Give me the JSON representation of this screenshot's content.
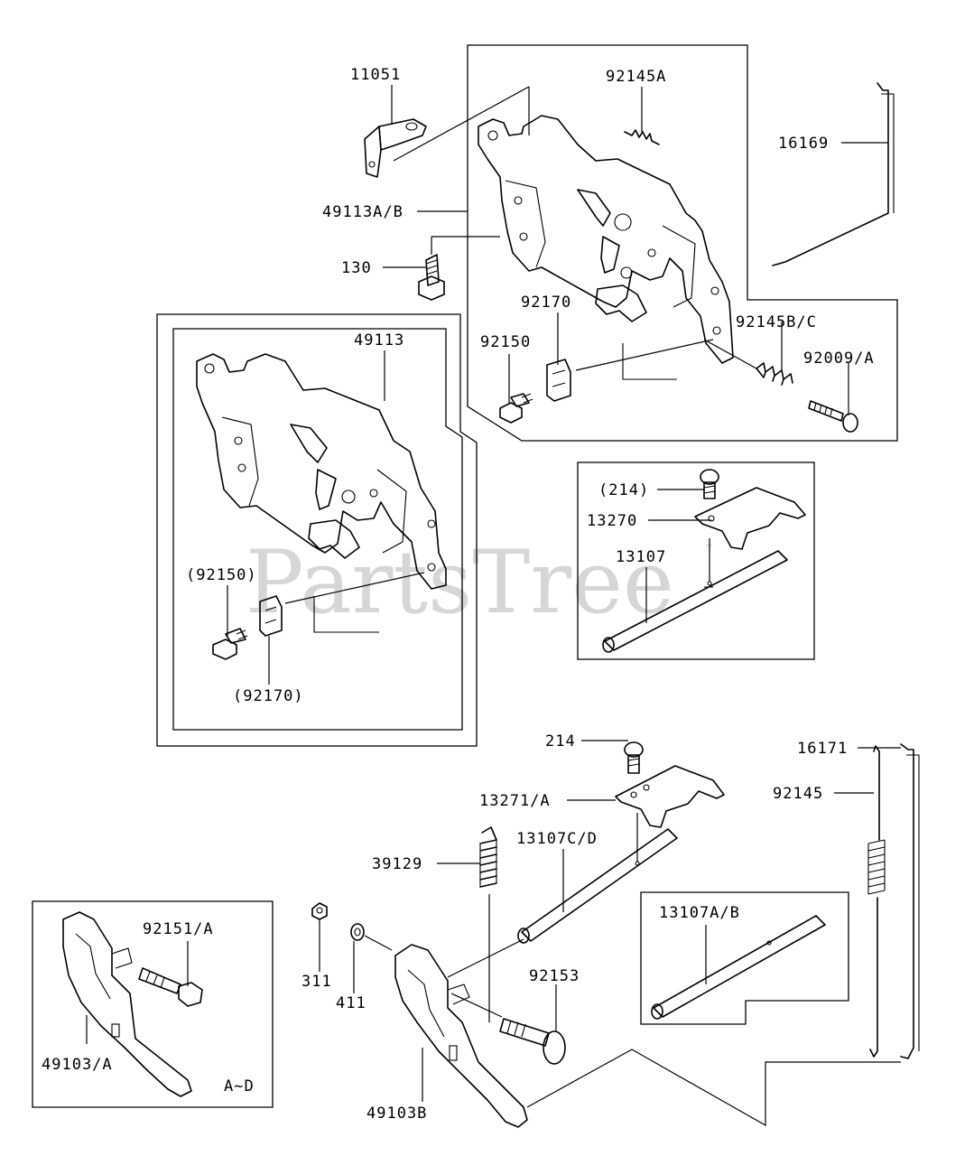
{
  "watermark": {
    "text": "PartsTree",
    "trademark": "™"
  },
  "parts": {
    "p11051": "11051",
    "p92145A": "92145A",
    "p16169": "16169",
    "p49113AB": "49113A/B",
    "p130": "130",
    "p92170": "92170",
    "p92150": "92150",
    "p92145BC": "92145B/C",
    "p92009A": "92009/A",
    "p49113": "49113",
    "p92150_alt": "(92150)",
    "p92170_alt": "(92170)",
    "p214_alt": "(214)",
    "p13270": "13270",
    "p13107": "13107",
    "p214": "214",
    "p16171": "16171",
    "p92145": "92145",
    "p13271A": "13271/A",
    "p13107CD": "13107C/D",
    "p39129": "39129",
    "p92151A": "92151/A",
    "p311": "311",
    "p411": "411",
    "p92153": "92153",
    "p13107AB": "13107A/B",
    "p49103A": "49103/A",
    "p49103B": "49103B",
    "note_AD": "A~D"
  }
}
